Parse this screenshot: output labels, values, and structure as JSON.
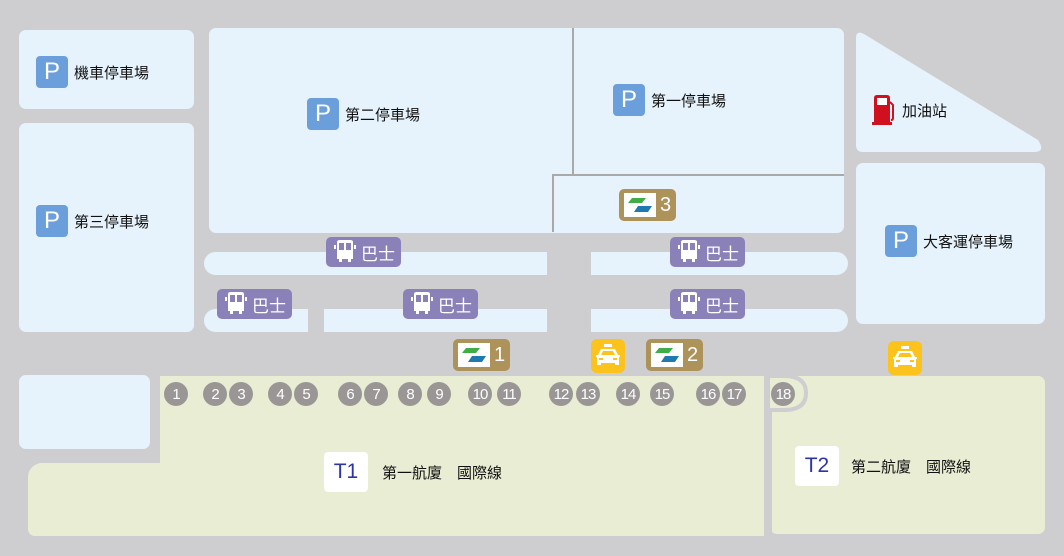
{
  "parking": {
    "motorcycle": {
      "icon": "P",
      "label": "機車停車場"
    },
    "lot2": {
      "icon": "P",
      "label": "第二停車場"
    },
    "lot1": {
      "icon": "P",
      "label": "第一停車場"
    },
    "lot3": {
      "icon": "P",
      "label": "第三停車場"
    },
    "coach": {
      "icon": "P",
      "label": "大客運停車場"
    }
  },
  "gas_station": {
    "label": "加油站"
  },
  "bus_label": "巴士",
  "metro_exits": [
    "1",
    "2",
    "3"
  ],
  "gates": [
    "1",
    "2",
    "3",
    "4",
    "5",
    "6",
    "7",
    "8",
    "9",
    "10",
    "11",
    "12",
    "13",
    "14",
    "15",
    "16",
    "17",
    "18"
  ],
  "terminals": {
    "t1": {
      "badge": "T1",
      "label": "第一航廈　國際線"
    },
    "t2": {
      "badge": "T2",
      "label": "第二航廈　國際線"
    }
  },
  "colors": {
    "parking": "#6a9fdb",
    "bus": "#8a81b8",
    "metro": "#ad9259",
    "taxi": "#fbc31b",
    "gas": "#d0101e",
    "gate": "#9a9696",
    "terminal_badge_text": "#2a35a8"
  }
}
